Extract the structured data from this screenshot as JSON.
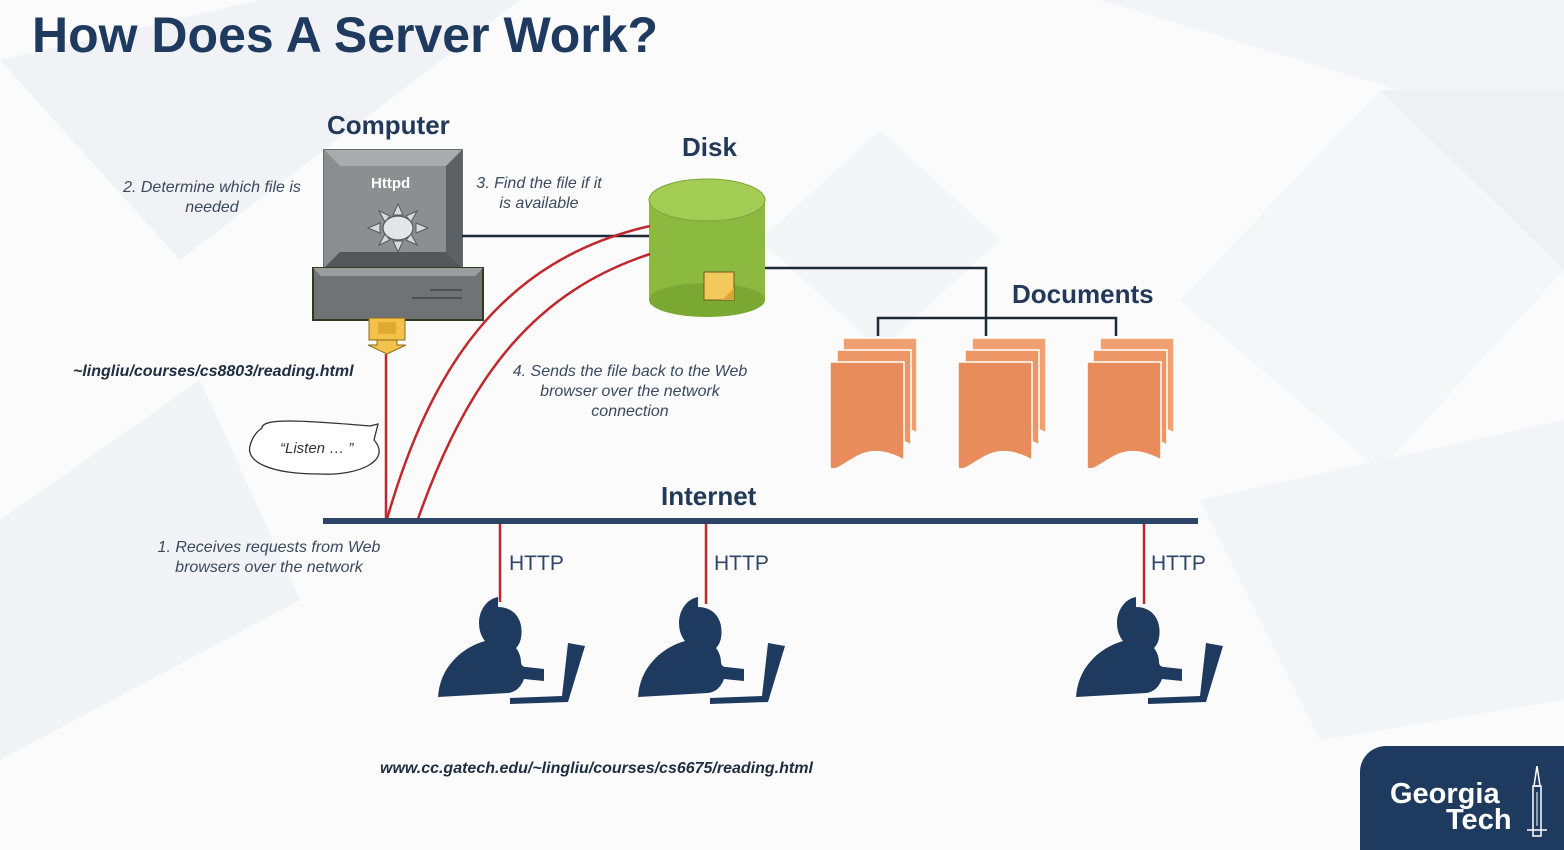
{
  "slide": {
    "title": "How Does A Server Work?"
  },
  "headings": {
    "computer": "Computer",
    "disk": "Disk",
    "documents": "Documents",
    "internet": "Internet"
  },
  "computer": {
    "screen_label": "Httpd"
  },
  "notes": {
    "step1": "1. Receives requests from Web browsers over the network",
    "step2": "2. Determine which file is needed",
    "step3": "3. Find the file if it is available",
    "step4": "4. Sends the file back to the Web browser over the network connection"
  },
  "paths": {
    "local_path": "~lingliu/courses/cs8803/reading.html",
    "url": "www.cc.gatech.edu/~lingliu/courses/cs6675/reading.html"
  },
  "callout": {
    "text": "“Listen … ”"
  },
  "clients": [
    {
      "protocol": "HTTP"
    },
    {
      "protocol": "HTTP"
    },
    {
      "protocol": "HTTP"
    }
  ],
  "logo": {
    "line1": "Georgia",
    "line2": "Tech"
  },
  "colors": {
    "title": "#1f3a5f",
    "network_bus": "#2b4566",
    "request_line": "#c0282d",
    "connector": "#1d2a38",
    "disk": "#8cb940",
    "document": "#e98c5c",
    "computer": "#8a8d90",
    "user_silhouette": "#1f3a5f"
  }
}
